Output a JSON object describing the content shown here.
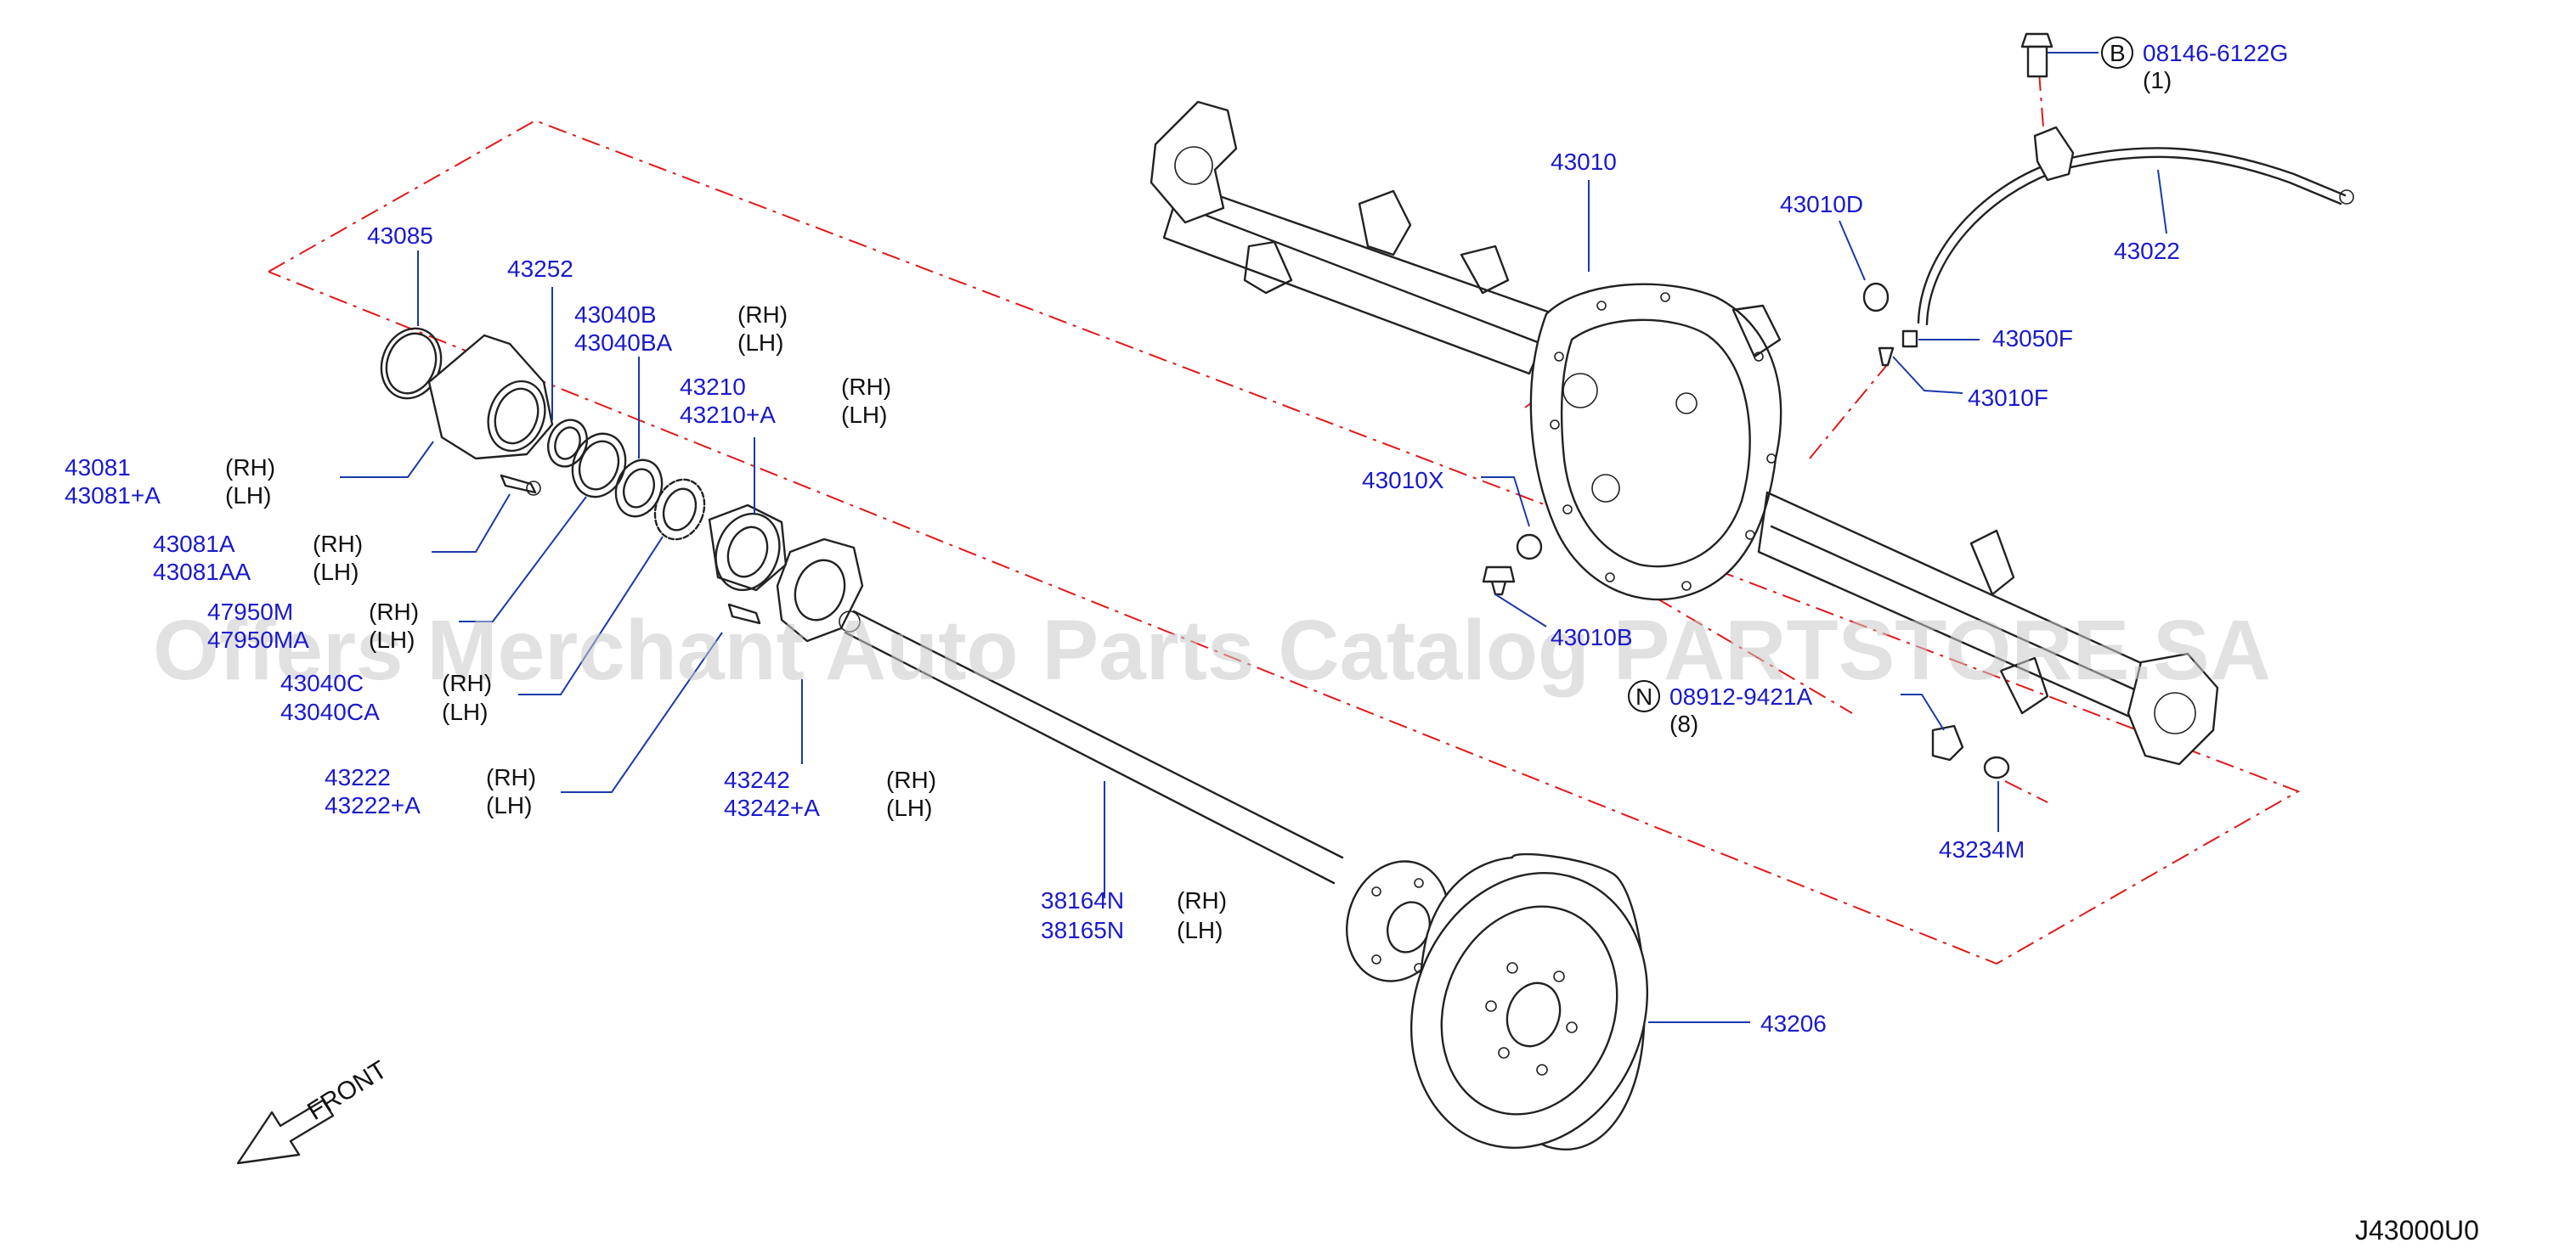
{
  "diagram": {
    "watermark": "Offers Merchant Auto Parts Catalog PARTSTORE.SA",
    "code": "J43000U0",
    "front": "FRONT",
    "rh": "(RH)",
    "lh": "(LH)",
    "labels": {
      "p43085": "43085",
      "p43252": "43252",
      "p43040B": "43040B",
      "p43040BA": "43040BA",
      "p43210": "43210",
      "p43210A": "43210+A",
      "p43081": "43081",
      "p43081A_plus": "43081+A",
      "p43081A": "43081A",
      "p43081AA": "43081AA",
      "p47950M": "47950M",
      "p47950MA": "47950MA",
      "p43040C": "43040C",
      "p43040CA": "43040CA",
      "p43222": "43222",
      "p43222A": "43222+A",
      "p43242": "43242",
      "p43242A": "43242+A",
      "p38164N": "38164N",
      "p38165N": "38165N",
      "p43206": "43206",
      "p43010": "43010",
      "p43010D": "43010D",
      "p43022": "43022",
      "p43050F": "43050F",
      "p43010F": "43010F",
      "p43010X": "43010X",
      "p43010B": "43010B",
      "p43234M": "43234M",
      "b_code": "08146-6122G",
      "b_qty": "(1)",
      "b_letter": "B",
      "n_code": "08912-9421A",
      "n_qty": "(8)",
      "n_letter": "N"
    }
  }
}
